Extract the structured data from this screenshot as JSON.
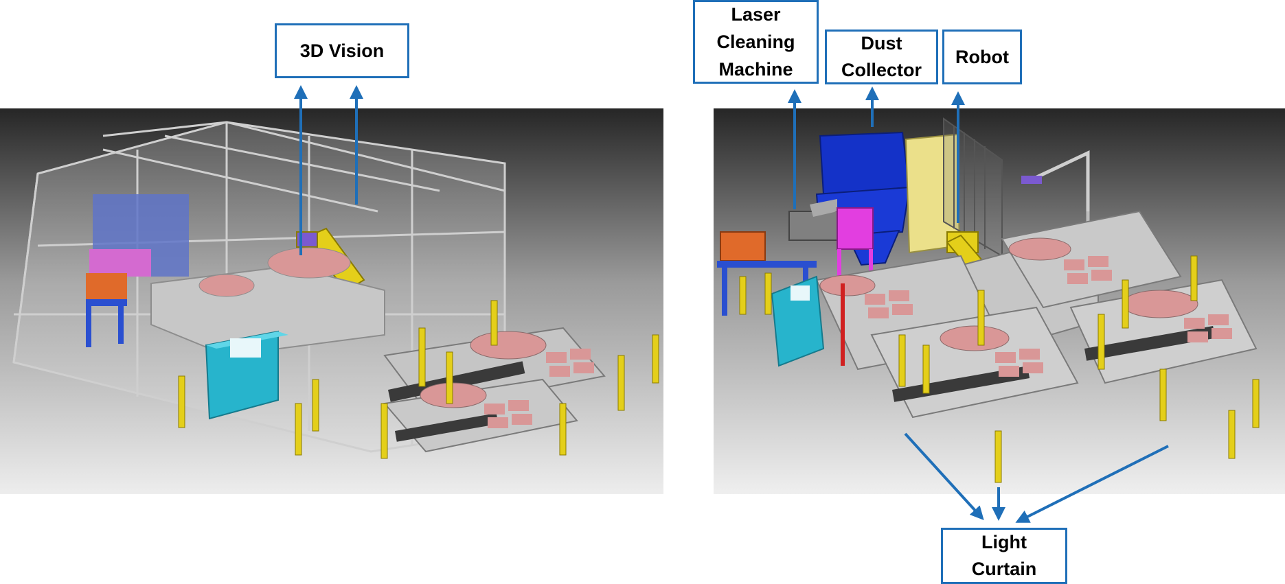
{
  "colors": {
    "accent": "#1f6fb8",
    "bg_dark": "#2b2b2b",
    "robot_yellow": "#e4cf1a",
    "cabinet_cyan": "#27b4cc",
    "laser_machine_magenta": "#e23ee0",
    "dust_collector_blue": "#1432c8",
    "workpiece_pink": "#d99797"
  },
  "labels": {
    "vision_3d": "3D Vision",
    "laser_cleaning_machine": "Laser\nCleaning\nMachine",
    "dust_collector": "Dust\nCollector",
    "robot": "Robot",
    "light_curtain": "Light\nCurtain"
  }
}
